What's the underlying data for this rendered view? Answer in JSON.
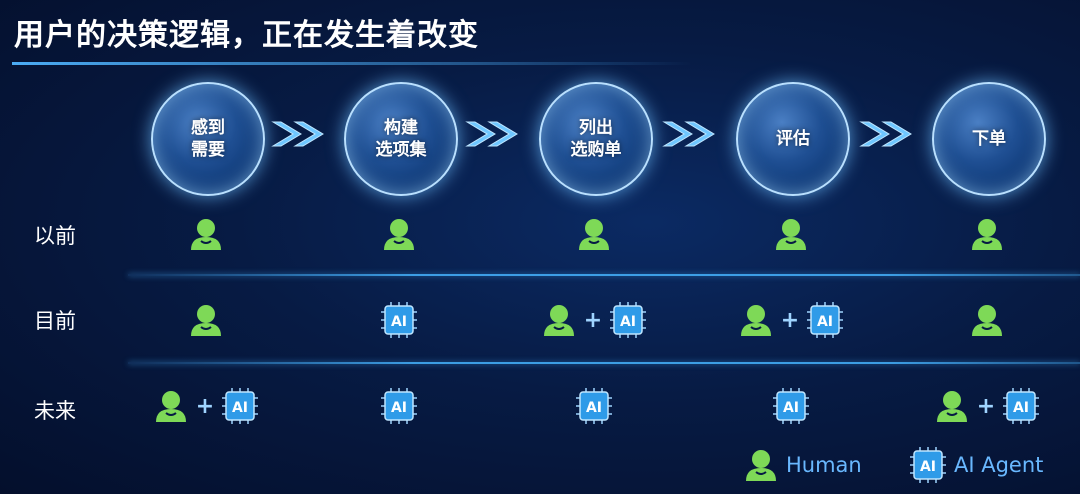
{
  "title": "用户的决策逻辑，正在发生着改变",
  "stages": [
    "感到\n需要",
    "构建\n选项集",
    "列出\n选购单",
    "评估",
    "下单"
  ],
  "rows": [
    {
      "label": "以前",
      "cells": [
        "human",
        "human",
        "human",
        "human",
        "human"
      ]
    },
    {
      "label": "目前",
      "cells": [
        "human",
        "ai",
        "human+ai",
        "human+ai",
        "human"
      ]
    },
    {
      "label": "未来",
      "cells": [
        "human+ai",
        "ai",
        "ai",
        "ai",
        "human+ai"
      ]
    }
  ],
  "plus_sign": "+",
  "ai_chip_text": "AI",
  "legend": {
    "human": "Human",
    "ai": "AI Agent"
  },
  "icons": {
    "human": "person-icon",
    "ai": "ai-chip-icon",
    "arrow": "chevron-arrow-icon"
  },
  "colors": {
    "human": "#7ed957",
    "ai_chip": "#2f9be8",
    "accent": "#69b8ff"
  }
}
